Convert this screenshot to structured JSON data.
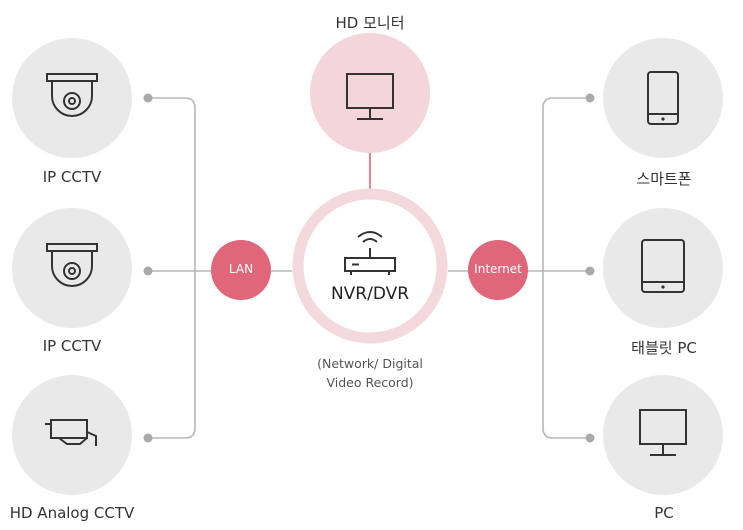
{
  "colors": {
    "node_fill": "#e9e9e9",
    "accent": "#e0667a",
    "accent_light": "#f4d6da",
    "ring": "#f4d9dc",
    "line": "#b7b7b7",
    "icon_stroke": "#333333"
  },
  "center": {
    "title": "NVR/DVR",
    "subtitle_line1": "(Network/ Digital",
    "subtitle_line2": "Video Record)",
    "icon": "router-icon"
  },
  "monitor": {
    "label": "HD 모니터",
    "icon": "monitor-icon"
  },
  "connections": {
    "left": "LAN",
    "right": "Internet"
  },
  "left_devices": [
    {
      "label": "IP CCTV",
      "icon": "dome-camera-icon"
    },
    {
      "label": "IP CCTV",
      "icon": "dome-camera-icon"
    },
    {
      "label": "HD Analog CCTV",
      "icon": "bullet-camera-icon"
    }
  ],
  "right_devices": [
    {
      "label": "스마트폰",
      "icon": "smartphone-icon"
    },
    {
      "label": "태블릿 PC",
      "icon": "tablet-icon"
    },
    {
      "label": "PC",
      "icon": "desktop-monitor-icon"
    }
  ]
}
